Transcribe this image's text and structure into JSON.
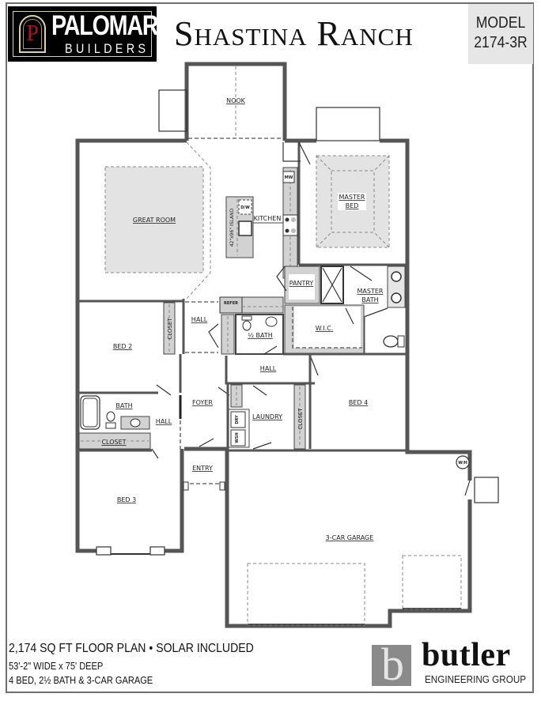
{
  "header": {
    "logo": {
      "initial": "P",
      "name": "PALOMAR",
      "subtitle": "BUILDERS"
    },
    "title": "Shastina Ranch",
    "model": {
      "label": "MODEL",
      "number": "2174-3R"
    }
  },
  "floor_plan": {
    "rooms": {
      "nook": "NOOK",
      "great_room": "GREAT ROOM",
      "kitchen": "KITCHEN",
      "island": "42\"x96\" ISLAND",
      "dishwasher": "D/W",
      "master_bed_1": "MASTER",
      "master_bed_2": "BED",
      "pantry": "PANTRY",
      "master_bath_1": "MASTER",
      "master_bath_2": "BATH",
      "wic": "W.I.C.",
      "refer": "REFER",
      "hall_top": "HALL",
      "half_bath": "½ BATH",
      "closet_bed2": "CLOSET",
      "bed2": "BED 2",
      "hall_mid": "HALL",
      "bath": "BATH",
      "hall_left": "HALL",
      "foyer": "FOYER",
      "laundry": "LAUNDRY",
      "dryer": "DRY",
      "washer": "WSH",
      "closet_bed4": "CLOSET",
      "bed4": "BED 4",
      "closet_bath": "CLOSET",
      "entry": "ENTRY",
      "bed3": "BED 3",
      "water_heater": "W/H",
      "garage": "3-CAR GARAGE",
      "microwave": "MW"
    }
  },
  "footer": {
    "summary": "2,174 SQ FT FLOOR PLAN • SOLAR INCLUDED",
    "dimensions": "53'-2\" WIDE x 75' DEEP",
    "features": "4 BED, 2½  BATH & 3-CAR GARAGE",
    "engineer": {
      "mark": "b",
      "name": "butler",
      "subtitle": "ENGINEERING GROUP"
    }
  },
  "colors": {
    "wall": "#555555",
    "wall_dark": "#333333",
    "ceiling_fill": "#e3e3e3",
    "cabinet_fill": "#d2d2d2",
    "logo_bg": "#000000",
    "logo_accent": "#a3152a",
    "model_bg": "#e6e6e6",
    "butler_mark": "#8a8a8a"
  }
}
